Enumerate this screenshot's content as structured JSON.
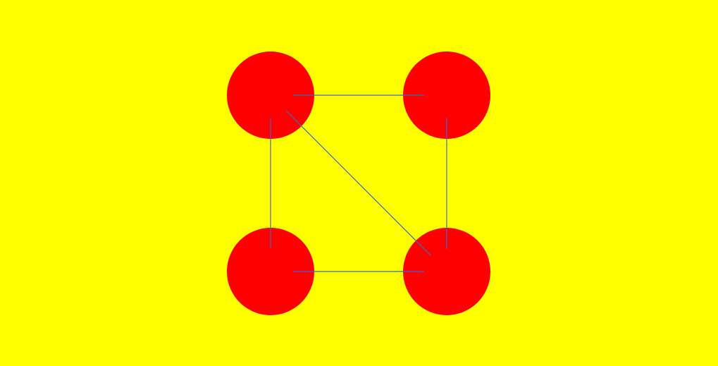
{
  "colors": {
    "background": "#ffff00",
    "node_fill": "#ff0000",
    "edge_stroke": "#3f67c8"
  },
  "diagram": {
    "nodes": [
      {
        "id": "top-left"
      },
      {
        "id": "top-right"
      },
      {
        "id": "bottom-left"
      },
      {
        "id": "bottom-right"
      }
    ],
    "edges": [
      {
        "from": "top-left",
        "to": "top-right"
      },
      {
        "from": "top-left",
        "to": "bottom-left"
      },
      {
        "from": "top-right",
        "to": "bottom-right"
      },
      {
        "from": "bottom-left",
        "to": "bottom-right"
      },
      {
        "from": "top-left",
        "to": "bottom-right"
      }
    ]
  }
}
